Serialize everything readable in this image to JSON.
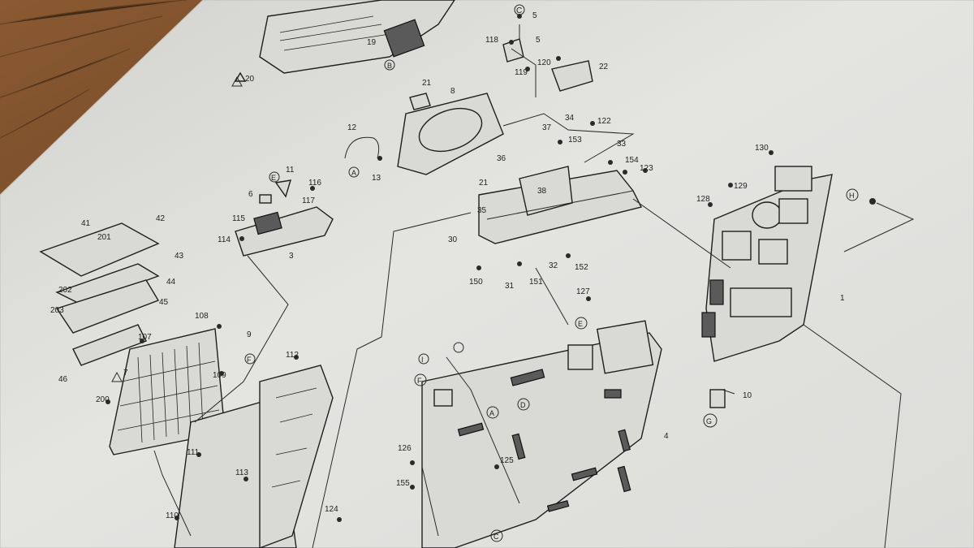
{
  "colors": {
    "wood_dark": "#5e3b1f",
    "wood_light": "#8a5a32",
    "paper": "#e6e6e3",
    "ink": "#222222"
  },
  "labels": [
    {
      "id": "c",
      "text": "C"
    },
    {
      "id": "5a",
      "text": "5"
    },
    {
      "id": "5b",
      "text": "5"
    },
    {
      "id": "19",
      "text": "19"
    },
    {
      "id": "118a",
      "text": "118"
    },
    {
      "id": "120",
      "text": "120"
    },
    {
      "id": "22",
      "text": "22"
    },
    {
      "id": "119",
      "text": "119"
    },
    {
      "id": "21a",
      "text": "21"
    },
    {
      "id": "8",
      "text": "8"
    },
    {
      "id": "12",
      "text": "12"
    },
    {
      "id": "13",
      "text": "13"
    },
    {
      "id": "37",
      "text": "37"
    },
    {
      "id": "34",
      "text": "34"
    },
    {
      "id": "122",
      "text": "122"
    },
    {
      "id": "153",
      "text": "153"
    },
    {
      "id": "33",
      "text": "33"
    },
    {
      "id": "154",
      "text": "154"
    },
    {
      "id": "123",
      "text": "123"
    },
    {
      "id": "36",
      "text": "36"
    },
    {
      "id": "21b",
      "text": "21"
    },
    {
      "id": "38",
      "text": "38"
    },
    {
      "id": "35",
      "text": "35"
    },
    {
      "id": "30",
      "text": "30"
    },
    {
      "id": "32",
      "text": "32"
    },
    {
      "id": "152",
      "text": "152"
    },
    {
      "id": "150",
      "text": "150"
    },
    {
      "id": "31",
      "text": "31"
    },
    {
      "id": "151",
      "text": "151"
    },
    {
      "id": "11",
      "text": "11"
    },
    {
      "id": "116",
      "text": "116"
    },
    {
      "id": "6",
      "text": "6"
    },
    {
      "id": "117",
      "text": "117"
    },
    {
      "id": "115",
      "text": "115"
    },
    {
      "id": "114",
      "text": "114"
    },
    {
      "id": "3",
      "text": "3"
    },
    {
      "id": "41",
      "text": "41"
    },
    {
      "id": "42",
      "text": "42"
    },
    {
      "id": "43",
      "text": "43"
    },
    {
      "id": "44",
      "text": "44"
    },
    {
      "id": "45",
      "text": "45"
    },
    {
      "id": "46",
      "text": "46"
    },
    {
      "id": "201",
      "text": "201"
    },
    {
      "id": "202",
      "text": "202"
    },
    {
      "id": "203",
      "text": "203"
    },
    {
      "id": "108",
      "text": "108"
    },
    {
      "id": "107",
      "text": "107"
    },
    {
      "id": "7",
      "text": "7"
    },
    {
      "id": "9",
      "text": "9"
    },
    {
      "id": "109",
      "text": "109"
    },
    {
      "id": "200",
      "text": "200"
    },
    {
      "id": "112",
      "text": "112"
    },
    {
      "id": "111",
      "text": "111"
    },
    {
      "id": "113",
      "text": "113"
    },
    {
      "id": "110",
      "text": "110"
    },
    {
      "id": "124",
      "text": "124"
    },
    {
      "id": "130",
      "text": "130"
    },
    {
      "id": "128",
      "text": "128"
    },
    {
      "id": "129",
      "text": "129"
    },
    {
      "id": "1",
      "text": "1"
    },
    {
      "id": "10",
      "text": "10"
    },
    {
      "id": "127",
      "text": "127"
    },
    {
      "id": "126",
      "text": "126"
    },
    {
      "id": "155",
      "text": "155"
    },
    {
      "id": "125",
      "text": "125"
    },
    {
      "id": "4",
      "text": "4"
    },
    {
      "id": "20",
      "text": "20"
    }
  ],
  "callouts": [
    {
      "id": "B",
      "text": "B"
    },
    {
      "id": "A",
      "text": "A"
    },
    {
      "id": "H",
      "text": "H"
    },
    {
      "id": "E",
      "text": "E"
    },
    {
      "id": "I",
      "text": "I"
    },
    {
      "id": "F",
      "text": "F"
    },
    {
      "id": "D",
      "text": "D"
    },
    {
      "id": "A2",
      "text": "A"
    },
    {
      "id": "G",
      "text": "G"
    },
    {
      "id": "C2",
      "text": "C"
    },
    {
      "id": "E2",
      "text": "E"
    },
    {
      "id": "F2",
      "text": "F"
    }
  ]
}
